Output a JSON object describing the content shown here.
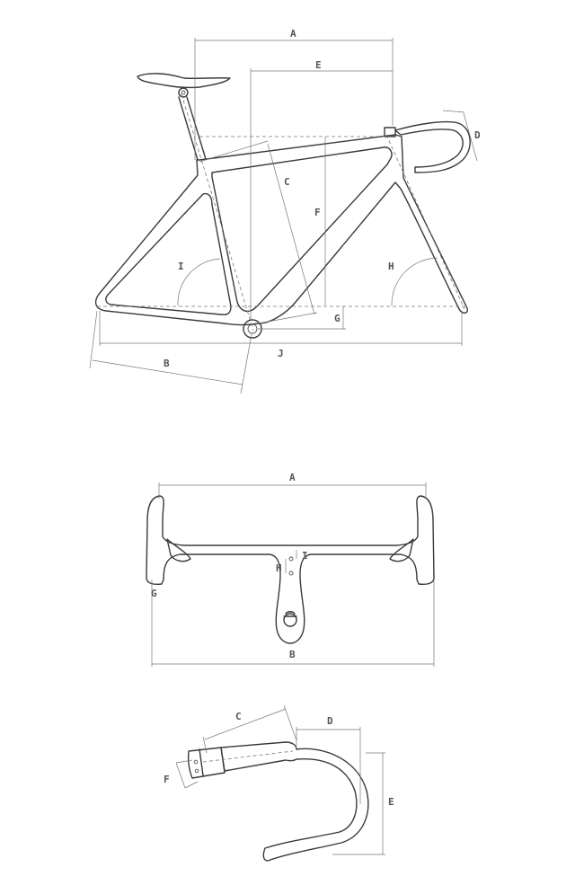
{
  "frame_labels": {
    "A": "A",
    "B": "B",
    "C": "C",
    "D": "D",
    "E": "E",
    "F": "F",
    "G": "G",
    "H": "H",
    "I": "I",
    "J": "J"
  },
  "handlebar_labels": {
    "A": "A",
    "B": "B",
    "G": "G",
    "H": "H",
    "I": "I"
  },
  "profile_labels": {
    "C": "C",
    "D": "D",
    "E": "E",
    "F": "F"
  },
  "colors": {
    "line": "#3a3a3a",
    "dimension": "#777777",
    "background": "#ffffff"
  }
}
